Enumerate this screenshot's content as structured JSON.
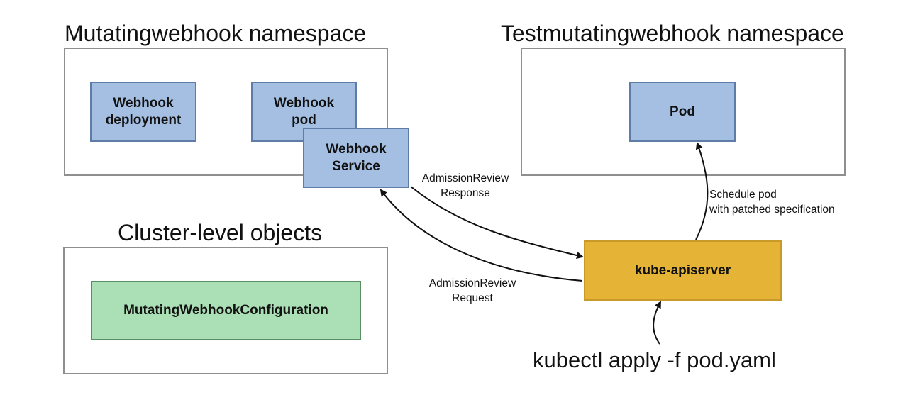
{
  "namespaces": {
    "mutating": {
      "title": "Mutatingwebhook namespace"
    },
    "test": {
      "title": "Testmutatingwebhook namespace"
    },
    "cluster": {
      "title": "Cluster-level objects"
    }
  },
  "nodes": {
    "webhook_deployment": "Webhook\ndeployment",
    "webhook_pod": "Webhook\npod",
    "webhook_service": "Webhook\nService",
    "pod": "Pod",
    "config": "MutatingWebhookConfiguration",
    "apiserver": "kube-apiserver"
  },
  "edges": {
    "response_label": "AdmissionReview\nResponse",
    "request_label": "AdmissionReview\nRequest",
    "schedule_label": "Schedule pod\nwith patched specification"
  },
  "command": "kubectl apply -f pod.yaml",
  "colors": {
    "node_blue": "#a5bfe2",
    "node_green": "#abdfb5",
    "node_orange": "#e5b436"
  }
}
